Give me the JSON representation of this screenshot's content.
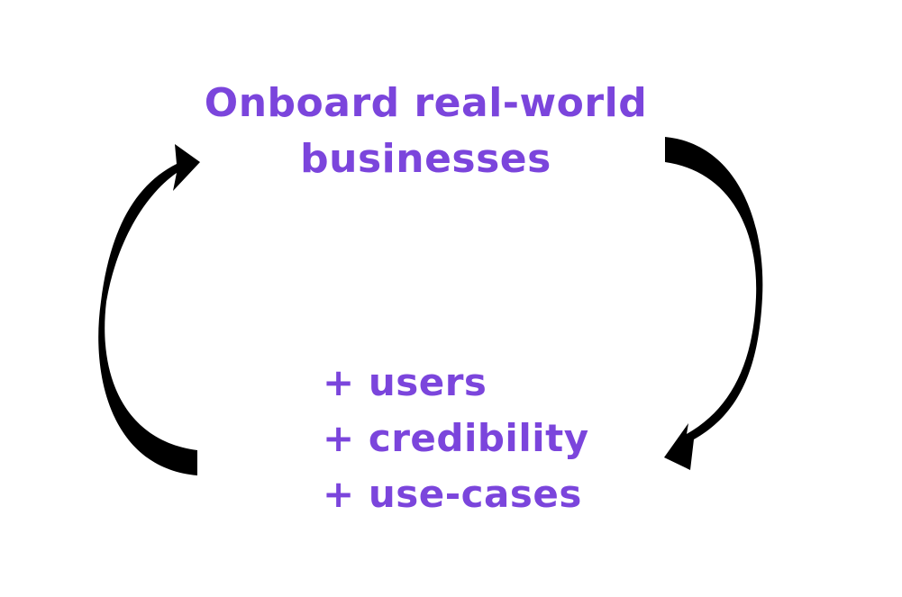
{
  "diagram": {
    "title_lines": [
      "Onboard real-world",
      "businesses"
    ],
    "benefits": [
      "+ users",
      "+ credibility",
      "+ use-cases"
    ],
    "colors": {
      "text": "#7B45DC",
      "arrow": "#000000"
    },
    "icons": {
      "left_arrow": "curved-arrow-up-icon",
      "right_arrow": "curved-arrow-down-icon"
    }
  }
}
